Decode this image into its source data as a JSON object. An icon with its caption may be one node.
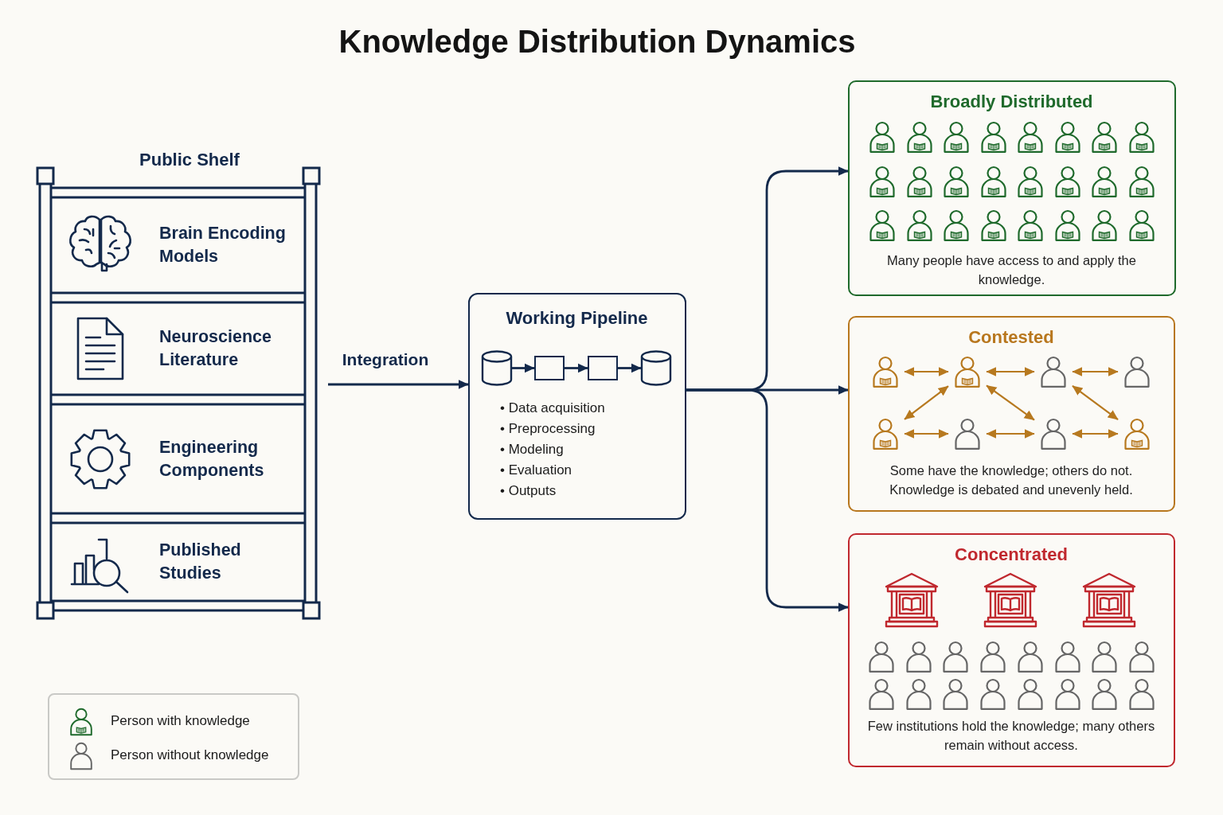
{
  "diagram": {
    "title": "Knowledge Distribution Dynamics",
    "nodes": [
      {
        "text": [
          "Public Shelf"
        ]
      },
      {
        "text": [
          "Brain Encoding Models"
        ],
        "in": 0
      },
      {
        "text": [
          "Neuroscience Literature"
        ],
        "in": 0
      },
      {
        "text": [
          "Engineering Components"
        ],
        "in": 0
      },
      {
        "text": [
          "Published Studies"
        ],
        "in": 0
      },
      {
        "text": [
          "Working Pipeline",
          "• Data acquisition",
          "• Preprocessing",
          "• Modeling",
          "• Evaluation",
          "• Outputs"
        ]
      },
      {
        "text": [],
        "shape": "cylinder",
        "in": 5
      },
      {
        "text": [],
        "shape": "box",
        "in": 5
      },
      {
        "text": [],
        "shape": "box",
        "in": 5
      },
      {
        "text": [],
        "shape": "cylinder",
        "in": 5
      },
      {
        "text": [
          "Broadly Distributed",
          "Many people have access to and apply the knowledge."
        ]
      },
      {
        "text": [
          "Contested",
          "Some have the knowledge; others do not. Knowledge is debated and unevenly held."
        ]
      },
      {
        "text": [],
        "shape": "person",
        "in": 11
      },
      {
        "text": [],
        "shape": "person",
        "in": 11
      },
      {
        "text": [],
        "shape": "person",
        "in": 11
      },
      {
        "text": [],
        "shape": "person",
        "in": 11
      },
      {
        "text": [],
        "shape": "person",
        "in": 11
      },
      {
        "text": [],
        "shape": "person",
        "in": 11
      },
      {
        "text": [],
        "shape": "person",
        "in": 11
      },
      {
        "text": [],
        "shape": "person",
        "in": 11
      },
      {
        "text": [
          "Concentrated",
          "Few institutions hold the knowledge; many others remain without access."
        ]
      }
    ],
    "edges": [
      {
        "from": 0,
        "to": 5,
        "arrow": "to",
        "label": "Integration",
        "color": "#13294b"
      },
      {
        "from": 6,
        "to": 7,
        "arrow": "to",
        "color": "#13294b"
      },
      {
        "from": 7,
        "to": 8,
        "arrow": "to",
        "color": "#13294b"
      },
      {
        "from": 8,
        "to": 9,
        "arrow": "to",
        "color": "#13294b"
      },
      {
        "from": 5,
        "to": 10,
        "arrow": "to",
        "color": "#13294b"
      },
      {
        "from": 5,
        "to": 11,
        "arrow": "to",
        "color": "#13294b"
      },
      {
        "from": 5,
        "to": 20,
        "arrow": "to",
        "color": "#13294b"
      },
      {
        "from": 12,
        "to": 13,
        "arrow": "both"
      },
      {
        "from": 13,
        "to": 14,
        "arrow": "both"
      },
      {
        "from": 14,
        "to": 15,
        "arrow": "both"
      },
      {
        "from": 13,
        "to": 16,
        "arrow": "both"
      },
      {
        "from": 13,
        "to": 18,
        "arrow": "both"
      },
      {
        "from": 14,
        "to": 19,
        "arrow": "both"
      },
      {
        "from": 16,
        "to": 17,
        "arrow": "both"
      },
      {
        "from": 17,
        "to": 18,
        "arrow": "both"
      },
      {
        "from": 18,
        "to": 19,
        "arrow": "both"
      }
    ],
    "legend": [
      {
        "text": "Person with knowledge"
      },
      {
        "text": "Person without knowledge"
      }
    ]
  }
}
